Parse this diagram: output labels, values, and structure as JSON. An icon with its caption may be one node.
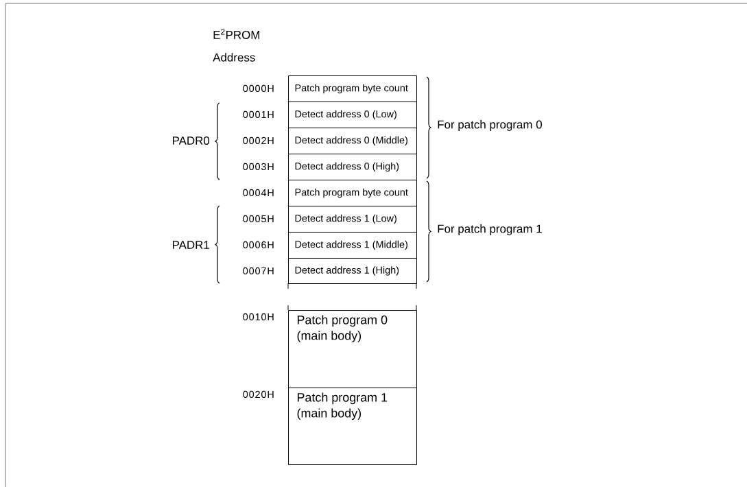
{
  "diagram": {
    "nodes": [
      {
        "text": [
          "Patch program byte count"
        ]
      },
      {
        "text": [
          "Detect address 0 (Low)"
        ]
      },
      {
        "text": [
          "Detect address 0 (Middle)"
        ]
      },
      {
        "text": [
          "Detect address 0 (High)"
        ]
      },
      {
        "text": [
          "Patch program byte count"
        ]
      },
      {
        "text": [
          "Detect address 1 (Low)"
        ]
      },
      {
        "text": [
          "Detect address 1 (Middle)"
        ]
      },
      {
        "text": [
          "Detect address 1 (High)"
        ]
      },
      {
        "text": [
          "Patch program 0 (main body)"
        ]
      },
      {
        "text": [
          "Patch program 1 (main body)"
        ]
      }
    ],
    "labels": [
      "E$^{2}$PROM Address",
      "0000H",
      "0001H",
      "0002H",
      "0003H",
      "0004H",
      "0005H",
      "0006H",
      "0007H",
      "0010H",
      "0020H",
      "PADR0",
      "PADR1",
      "For patch program 0",
      "For patch program 1"
    ]
  }
}
